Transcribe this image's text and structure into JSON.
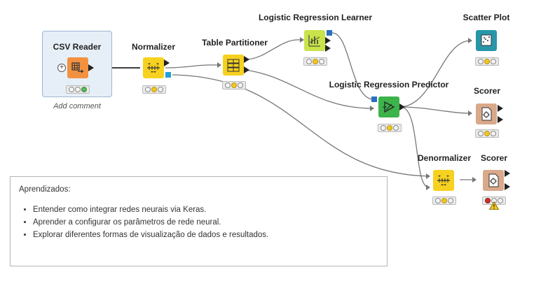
{
  "nodes": {
    "csv_reader": {
      "title": "CSV Reader",
      "comment": "Add comment",
      "color": "#f29140"
    },
    "normalizer": {
      "title": "Normalizer",
      "color": "#f7d11f"
    },
    "table_partitioner": {
      "title": "Table Partitioner",
      "color": "#f7d11f"
    },
    "lr_learner": {
      "title": "Logistic Regression Learner",
      "color": "#c9e34b"
    },
    "lr_predictor": {
      "title": "Logistic Regression Predictor",
      "color": "#3db34b"
    },
    "scatter_plot": {
      "title": "Scatter Plot",
      "color": "#2796a8"
    },
    "scorer_top": {
      "title": "Scorer",
      "color": "#d9a98a"
    },
    "denormalizer": {
      "title": "Denormalizer",
      "color": "#f7d11f"
    },
    "scorer_bottom": {
      "title": "Scorer",
      "color": "#d9a98a"
    }
  },
  "annotation": {
    "heading": "Aprendizados:",
    "items": [
      "Entender como integrar redes neurais via Keras.",
      "Aprender a configurar os parâmetros de rede neural.",
      "Explorar diferentes formas de visualização de dados e resultados."
    ]
  },
  "status_colors": {
    "green": "#5bb85b",
    "yellow": "#f2c81d",
    "red": "#d0302a",
    "warning": "#f2c81d"
  },
  "port_colors": {
    "data": "#333333",
    "model": "#2a6fc2"
  }
}
